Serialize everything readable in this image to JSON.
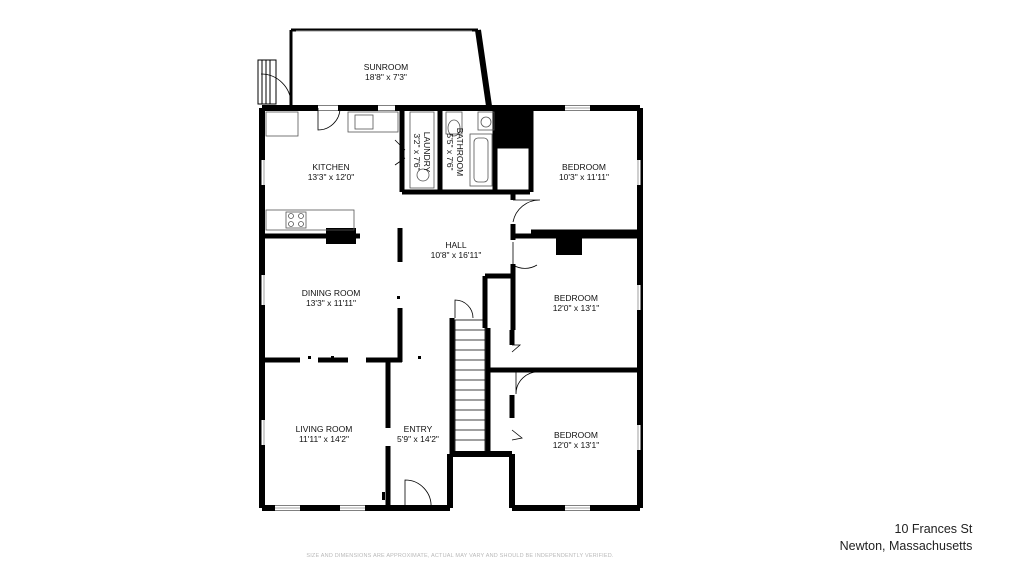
{
  "rooms": {
    "sunroom": {
      "name": "SUNROOM",
      "dims": "18'8\" x 7'3\""
    },
    "kitchen": {
      "name": "KITCHEN",
      "dims": "13'3\" x 12'0\""
    },
    "laundry": {
      "name": "LAUNDRY",
      "dims": "3'2\" x 7'6\""
    },
    "bathroom": {
      "name": "BATHROOM",
      "dims": "5'5\" x 7'6\""
    },
    "bedroom1": {
      "name": "BEDROOM",
      "dims": "10'3\" x 11'11\""
    },
    "hall": {
      "name": "HALL",
      "dims": "10'8\" x 16'11\""
    },
    "dining": {
      "name": "DINING ROOM",
      "dims": "13'3\" x 11'11\""
    },
    "bedroom2": {
      "name": "BEDROOM",
      "dims": "12'0\" x 13'1\""
    },
    "living": {
      "name": "LIVING ROOM",
      "dims": "11'11\" x 14'2\""
    },
    "entry": {
      "name": "ENTRY",
      "dims": "5'9\" x 14'2\""
    },
    "bedroom3": {
      "name": "BEDROOM",
      "dims": "12'0\" x 13'1\""
    }
  },
  "address": {
    "line1": "10 Frances St",
    "line2": "Newton, Massachusetts"
  },
  "disclaimer": "SIZE AND DIMENSIONS ARE APPROXIMATE, ACTUAL MAY VARY AND SHOULD BE INDEPENDENTLY VERIFIED.",
  "colors": {
    "wall": "#000000",
    "window": "#ffffff",
    "background": "#ffffff",
    "fixture": "#555555"
  }
}
